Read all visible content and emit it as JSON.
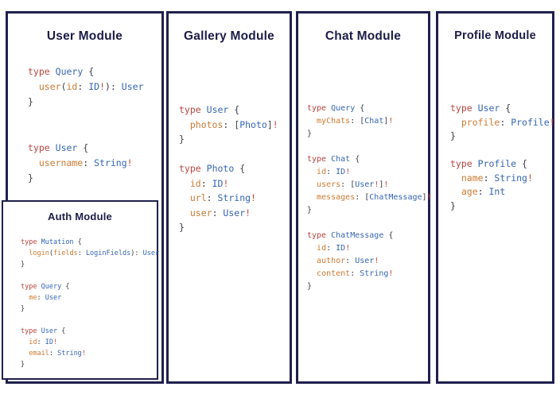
{
  "colors": {
    "border": "#20204e",
    "title_text": "#1c1c48",
    "code_keyword": "#b8443e",
    "code_type": "#3565b4",
    "code_field": "#cd7a32",
    "code_punct": "#3c3c46",
    "code_bang": "#c14b40"
  },
  "modules": [
    {
      "id": "user",
      "title": "User Module",
      "blocks": [
        [
          [
            [
              "kw",
              "type"
            ],
            [
              "pn",
              " "
            ],
            [
              "ty",
              "Query"
            ],
            [
              "pn",
              " {"
            ]
          ],
          [
            [
              "pn",
              "  "
            ],
            [
              "fl",
              "user"
            ],
            [
              "pn",
              "("
            ],
            [
              "fl",
              "id"
            ],
            [
              "pn",
              ": "
            ],
            [
              "ty",
              "ID"
            ],
            [
              "bg",
              "!"
            ],
            [
              "pn",
              "): "
            ],
            [
              "ty",
              "User"
            ]
          ],
          [
            [
              "pn",
              "}"
            ]
          ]
        ],
        [
          [
            [
              "kw",
              "type"
            ],
            [
              "pn",
              " "
            ],
            [
              "ty",
              "User"
            ],
            [
              "pn",
              " {"
            ]
          ],
          [
            [
              "pn",
              "  "
            ],
            [
              "fl",
              "username"
            ],
            [
              "pn",
              ": "
            ],
            [
              "ty",
              "String"
            ],
            [
              "bg",
              "!"
            ]
          ],
          [
            [
              "pn",
              "}"
            ]
          ]
        ]
      ]
    },
    {
      "id": "auth",
      "title": "Auth Module",
      "blocks": [
        [
          [
            [
              "kw",
              "type"
            ],
            [
              "pn",
              " "
            ],
            [
              "ty",
              "Mutation"
            ],
            [
              "pn",
              " {"
            ]
          ],
          [
            [
              "pn",
              "  "
            ],
            [
              "fl",
              "login"
            ],
            [
              "pn",
              "("
            ],
            [
              "fl",
              "fields"
            ],
            [
              "pn",
              ": "
            ],
            [
              "ty",
              "LoginFields"
            ],
            [
              "pn",
              "): "
            ],
            [
              "ty",
              "User"
            ]
          ],
          [
            [
              "pn",
              "}"
            ]
          ],
          [],
          [
            [
              "kw",
              "type"
            ],
            [
              "pn",
              " "
            ],
            [
              "ty",
              "Query"
            ],
            [
              "pn",
              " {"
            ]
          ],
          [
            [
              "pn",
              "  "
            ],
            [
              "fl",
              "me"
            ],
            [
              "pn",
              ": "
            ],
            [
              "ty",
              "User"
            ]
          ],
          [
            [
              "pn",
              "}"
            ]
          ],
          [],
          [
            [
              "kw",
              "type"
            ],
            [
              "pn",
              " "
            ],
            [
              "ty",
              "User"
            ],
            [
              "pn",
              " {"
            ]
          ],
          [
            [
              "pn",
              "  "
            ],
            [
              "fl",
              "id"
            ],
            [
              "pn",
              ": "
            ],
            [
              "ty",
              "ID"
            ],
            [
              "bg",
              "!"
            ]
          ],
          [
            [
              "pn",
              "  "
            ],
            [
              "fl",
              "email"
            ],
            [
              "pn",
              ": "
            ],
            [
              "ty",
              "String"
            ],
            [
              "bg",
              "!"
            ]
          ],
          [
            [
              "pn",
              "}"
            ]
          ]
        ]
      ]
    },
    {
      "id": "gallery",
      "title": "Gallery Module",
      "blocks": [
        [
          [
            [
              "kw",
              "type"
            ],
            [
              "pn",
              " "
            ],
            [
              "ty",
              "User"
            ],
            [
              "pn",
              " {"
            ]
          ],
          [
            [
              "pn",
              "  "
            ],
            [
              "fl",
              "photos"
            ],
            [
              "pn",
              ": ["
            ],
            [
              "ty",
              "Photo"
            ],
            [
              "pn",
              "]"
            ],
            [
              "bg",
              "!"
            ]
          ],
          [
            [
              "pn",
              "}"
            ]
          ],
          [],
          [
            [
              "kw",
              "type"
            ],
            [
              "pn",
              " "
            ],
            [
              "ty",
              "Photo"
            ],
            [
              "pn",
              " {"
            ]
          ],
          [
            [
              "pn",
              "  "
            ],
            [
              "fl",
              "id"
            ],
            [
              "pn",
              ": "
            ],
            [
              "ty",
              "ID"
            ],
            [
              "bg",
              "!"
            ]
          ],
          [
            [
              "pn",
              "  "
            ],
            [
              "fl",
              "url"
            ],
            [
              "pn",
              ": "
            ],
            [
              "ty",
              "String"
            ],
            [
              "bg",
              "!"
            ]
          ],
          [
            [
              "pn",
              "  "
            ],
            [
              "fl",
              "user"
            ],
            [
              "pn",
              ": "
            ],
            [
              "ty",
              "User"
            ],
            [
              "bg",
              "!"
            ]
          ],
          [
            [
              "pn",
              "}"
            ]
          ]
        ]
      ]
    },
    {
      "id": "chat",
      "title": "Chat Module",
      "blocks": [
        [
          [
            [
              "kw",
              "type"
            ],
            [
              "pn",
              " "
            ],
            [
              "ty",
              "Query"
            ],
            [
              "pn",
              " {"
            ]
          ],
          [
            [
              "pn",
              "  "
            ],
            [
              "fl",
              "myChats"
            ],
            [
              "pn",
              ": ["
            ],
            [
              "ty",
              "Chat"
            ],
            [
              "pn",
              "]"
            ],
            [
              "bg",
              "!"
            ]
          ],
          [
            [
              "pn",
              "}"
            ]
          ],
          [],
          [
            [
              "kw",
              "type"
            ],
            [
              "pn",
              " "
            ],
            [
              "ty",
              "Chat"
            ],
            [
              "pn",
              " {"
            ]
          ],
          [
            [
              "pn",
              "  "
            ],
            [
              "fl",
              "id"
            ],
            [
              "pn",
              ": "
            ],
            [
              "ty",
              "ID"
            ],
            [
              "bg",
              "!"
            ]
          ],
          [
            [
              "pn",
              "  "
            ],
            [
              "fl",
              "users"
            ],
            [
              "pn",
              ": ["
            ],
            [
              "ty",
              "User"
            ],
            [
              "bg",
              "!"
            ],
            [
              "pn",
              "]"
            ],
            [
              "bg",
              "!"
            ]
          ],
          [
            [
              "pn",
              "  "
            ],
            [
              "fl",
              "messages"
            ],
            [
              "pn",
              ": ["
            ],
            [
              "ty",
              "ChatMessage"
            ],
            [
              "pn",
              "]"
            ],
            [
              "bg",
              "!"
            ]
          ],
          [
            [
              "pn",
              "}"
            ]
          ],
          [],
          [
            [
              "kw",
              "type"
            ],
            [
              "pn",
              " "
            ],
            [
              "ty",
              "ChatMessage"
            ],
            [
              "pn",
              " {"
            ]
          ],
          [
            [
              "pn",
              "  "
            ],
            [
              "fl",
              "id"
            ],
            [
              "pn",
              ": "
            ],
            [
              "ty",
              "ID"
            ],
            [
              "bg",
              "!"
            ]
          ],
          [
            [
              "pn",
              "  "
            ],
            [
              "fl",
              "author"
            ],
            [
              "pn",
              ": "
            ],
            [
              "ty",
              "User"
            ],
            [
              "bg",
              "!"
            ]
          ],
          [
            [
              "pn",
              "  "
            ],
            [
              "fl",
              "content"
            ],
            [
              "pn",
              ": "
            ],
            [
              "ty",
              "String"
            ],
            [
              "bg",
              "!"
            ]
          ],
          [
            [
              "pn",
              "}"
            ]
          ]
        ]
      ]
    },
    {
      "id": "profile",
      "title": "Profile Module",
      "blocks": [
        [
          [
            [
              "kw",
              "type"
            ],
            [
              "pn",
              " "
            ],
            [
              "ty",
              "User"
            ],
            [
              "pn",
              " {"
            ]
          ],
          [
            [
              "pn",
              "  "
            ],
            [
              "fl",
              "profile"
            ],
            [
              "pn",
              ": "
            ],
            [
              "ty",
              "Profile"
            ],
            [
              "bg",
              "!"
            ]
          ],
          [
            [
              "pn",
              "}"
            ]
          ],
          [],
          [
            [
              "kw",
              "type"
            ],
            [
              "pn",
              " "
            ],
            [
              "ty",
              "Profile"
            ],
            [
              "pn",
              " {"
            ]
          ],
          [
            [
              "pn",
              "  "
            ],
            [
              "fl",
              "name"
            ],
            [
              "pn",
              ": "
            ],
            [
              "ty",
              "String"
            ],
            [
              "bg",
              "!"
            ]
          ],
          [
            [
              "pn",
              "  "
            ],
            [
              "fl",
              "age"
            ],
            [
              "pn",
              ": "
            ],
            [
              "ty",
              "Int"
            ]
          ],
          [
            [
              "pn",
              "}"
            ]
          ]
        ]
      ]
    }
  ]
}
